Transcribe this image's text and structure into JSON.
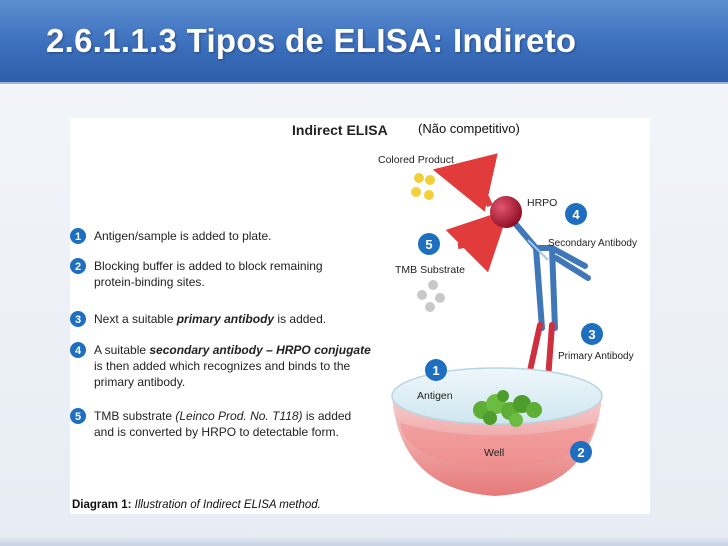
{
  "slide": {
    "title": "2.6.1.1.3 Tipos de ELISA: Indireto"
  },
  "diagram": {
    "heading": "Indirect ELISA",
    "subheading": "(Não competitivo)",
    "steps": [
      {
        "number": "1",
        "lines": [
          {
            "t": "Antigen/sample is added to plate."
          }
        ]
      },
      {
        "number": "2",
        "lines": [
          {
            "t": "Blocking buffer is added to block remaining"
          },
          {
            "t": "protein-binding sites."
          }
        ]
      },
      {
        "number": "3",
        "lines": [
          {
            "t": "Next a suitable "
          },
          {
            "b": "primary antibody"
          },
          {
            "t": " is added."
          }
        ]
      },
      {
        "number": "4",
        "lines": [
          {
            "t": "A suitable "
          },
          {
            "b": "secondary antibody – HRPO conjugate"
          },
          {
            "t": "is then added which recognizes and binds to the"
          },
          {
            "t": "primary antibody."
          }
        ]
      },
      {
        "number": "5",
        "lines": [
          {
            "t": "TMB substrate "
          },
          {
            "i": "(Leinco Prod. No. T118)"
          },
          {
            "t": " is added"
          },
          {
            "t": "and is converted by HRPO to detectable form."
          }
        ]
      }
    ],
    "labels": {
      "colored_product": "Colored Product",
      "hrpo": "HRPO",
      "tmb_substrate": "TMB Substrate",
      "secondary_antibody": "Secondary Antibody",
      "primary_antibody": "Primary Antibody",
      "antigen": "Antigen",
      "well": "Well"
    },
    "markers": {
      "antigen": "1",
      "well": "2",
      "primary": "3",
      "secondary": "4",
      "substrate": "5"
    },
    "caption": {
      "bold": "Diagram 1:",
      "text": " Illustration of Indirect ELISA method."
    },
    "colors": {
      "badge": "#1f6fc0",
      "primary_antibody": "#cf3040",
      "secondary_antibody": "#3f77b8",
      "hrpo": "#a5102c",
      "arrow": "#e23b3b",
      "colored_product": "#f3cf3a",
      "tmb": "#c8c8c8",
      "antigen": "#5cae35"
    }
  }
}
